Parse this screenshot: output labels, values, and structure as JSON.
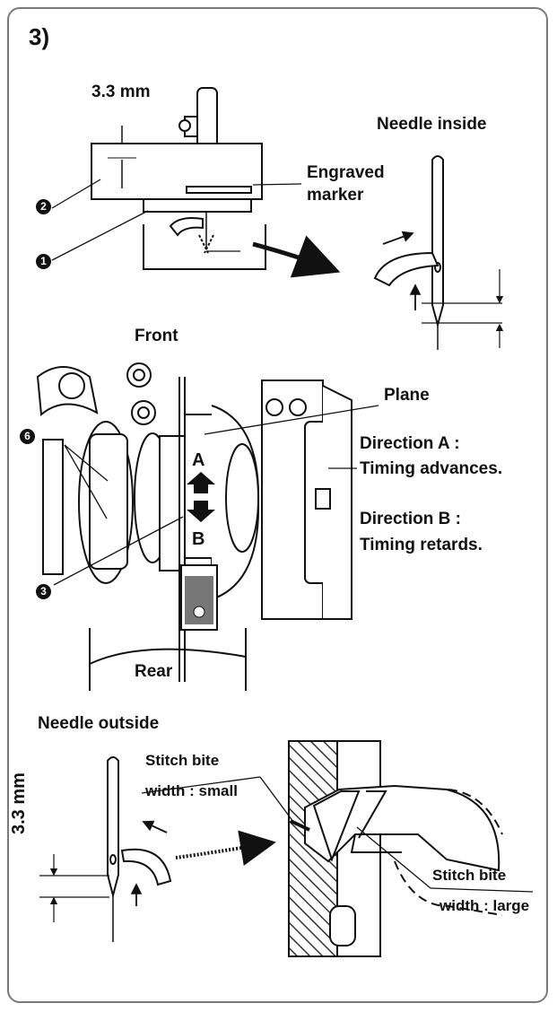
{
  "step": "3)",
  "callouts": {
    "c1": "1",
    "c2": "2",
    "c3": "3",
    "c6": "6"
  },
  "top_view": {
    "dimension": "3.3 mm",
    "engraved_marker": [
      "Engraved",
      "marker"
    ],
    "needle_inside": "Needle inside"
  },
  "middle_view": {
    "front": "Front",
    "rear": "Rear",
    "plane": "Plane",
    "arrow_a": "A",
    "arrow_b": "B",
    "direction_a": [
      "Direction A :",
      "Timing advances."
    ],
    "direction_b": [
      "Direction B :",
      "Timing retards."
    ]
  },
  "bottom_view": {
    "needle_outside": "Needle outside",
    "dimension_vertical": "3.3 mm",
    "bite_small": [
      "Stitch  bite",
      "width : small"
    ],
    "bite_large": [
      "Stitch  bite",
      "width : large"
    ]
  },
  "colors": {
    "frame": "#7a7a7a",
    "ink": "#111111",
    "hatch": "#333333"
  }
}
